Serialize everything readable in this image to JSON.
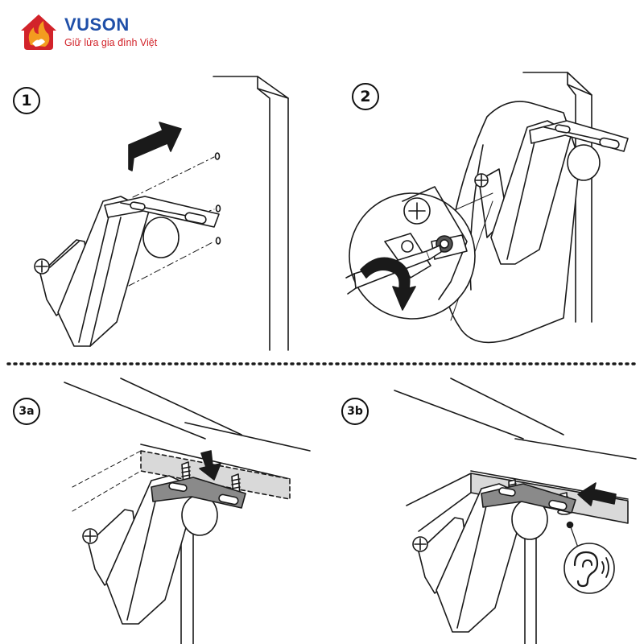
{
  "brand": {
    "name": "VUSON",
    "tagline": "Giữ lửa gia đình Việt",
    "colors": {
      "primary": "#1f4fa8",
      "accent": "#d2232a",
      "flame": "#f39c1f"
    }
  },
  "steps": [
    {
      "id": "1",
      "label": "1"
    },
    {
      "id": "2",
      "label": "2"
    },
    {
      "id": "3a",
      "label": "3a"
    },
    {
      "id": "3b",
      "label": "3b"
    }
  ],
  "icons": {
    "logo": "house-flame-logo-icon",
    "push_arrow": "push-arrow-icon",
    "rotate_arrow": "rotate-arrow-icon",
    "down_arrow": "down-arrow-icon",
    "left_arrow": "left-arrow-icon",
    "click_sound": "ear-click-sound-icon"
  },
  "colors": {
    "line": "#1a1a1a",
    "fill": "#ffffff",
    "shade": "#d9d9d9",
    "plate_dark": "#8a8a8a"
  }
}
